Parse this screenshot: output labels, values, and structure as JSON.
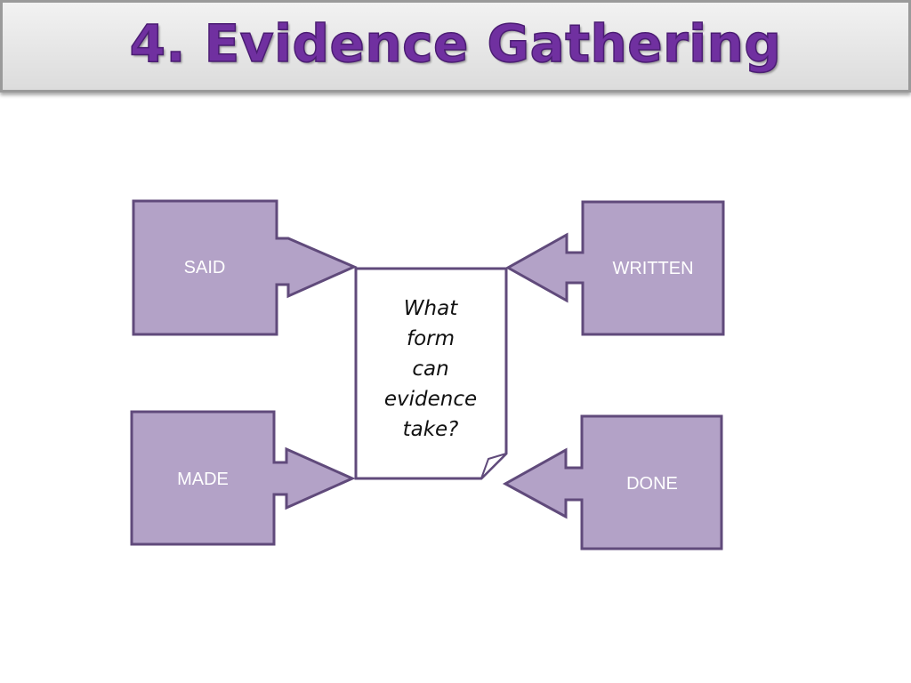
{
  "title": "4.  Evidence Gathering",
  "center": {
    "lines": [
      "What",
      "form",
      "can",
      "evidence",
      "take?"
    ]
  },
  "boxes": {
    "said": "SAID",
    "written": "WRITTEN",
    "made": "MADE",
    "done": "DONE"
  },
  "colors": {
    "fill": "#b3a2c7",
    "outline": "#604a7b",
    "title": "#7030a0"
  }
}
